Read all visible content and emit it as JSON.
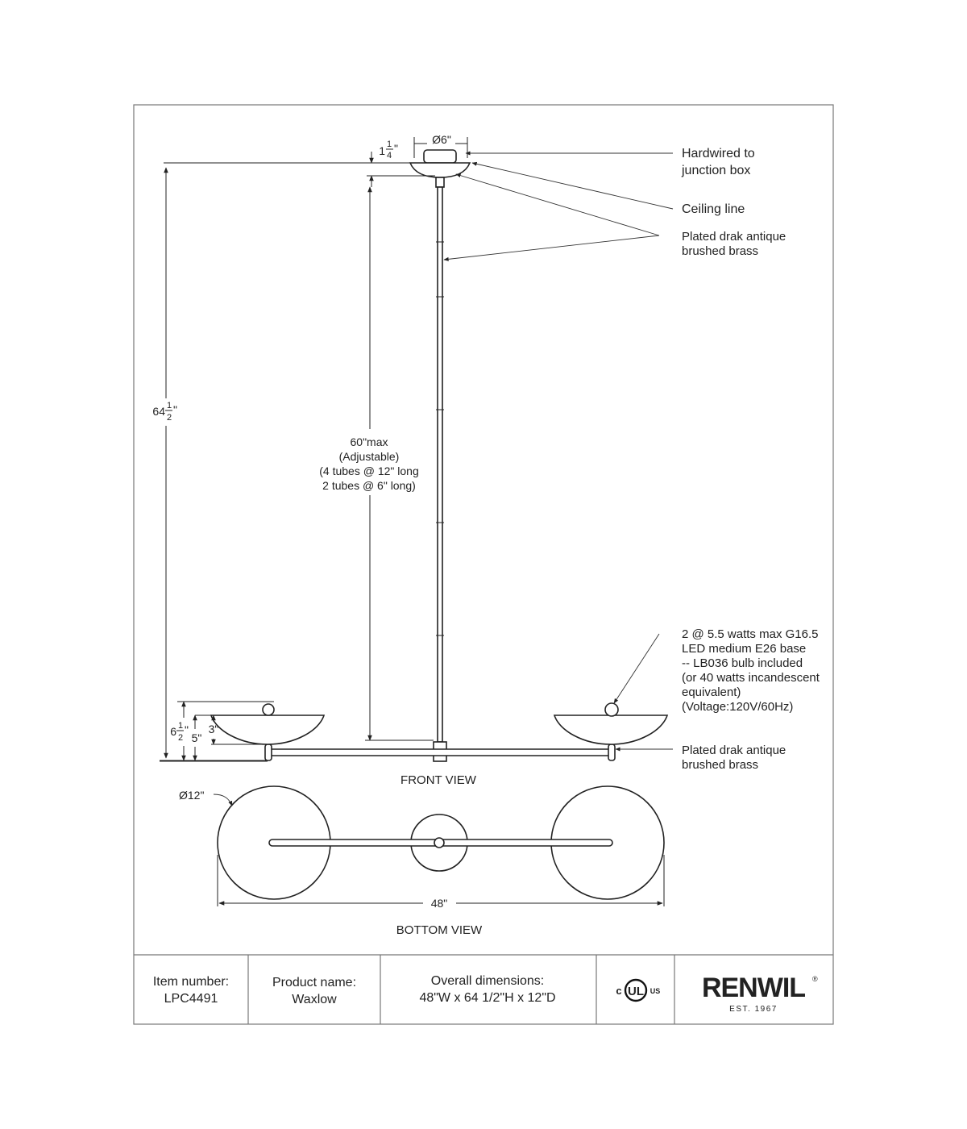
{
  "views": {
    "front": "FRONT VIEW",
    "bottom": "BOTTOM VIEW"
  },
  "callouts": {
    "hardwired": [
      "Hardwired to",
      "junction box"
    ],
    "ceiling": "Ceiling line",
    "plated_top": [
      "Plated drak antique",
      "brushed brass"
    ],
    "bulb": [
      "2 @ 5.5 watts max G16.5",
      "LED medium E26 base",
      "-- LB036 bulb included",
      "(or 40 watts incandescent",
      "equivalent)",
      "(Voltage:120V/60Hz)"
    ],
    "plated_bottom": [
      "Plated drak antique",
      "brushed brass"
    ]
  },
  "dimensions": {
    "canopy_dia": "Ø6\"",
    "canopy_h_whole": "1",
    "canopy_h_num": "1",
    "canopy_h_den": "4",
    "canopy_h_unit": "\"",
    "overall_h_whole": "64",
    "overall_h_num": "1",
    "overall_h_den": "2",
    "overall_h_unit": "\"",
    "stem": [
      "60\"max",
      "(Adjustable)",
      "(4 tubes @ 12\" long",
      "2 tubes @ 6\" long)"
    ],
    "shade_h_whole": "6",
    "shade_h_num": "1",
    "shade_h_den": "2",
    "shade_h_unit": "\"",
    "five": "5\"",
    "three": "3\"",
    "shade_dia": "Ø12\"",
    "width": "48\""
  },
  "title_block": {
    "item_label": "Item number:",
    "item_value": "LPC4491",
    "product_label": "Product name:",
    "product_value": "Waxlow",
    "overall_label": "Overall dimensions:",
    "overall_value": "48\"W x 64 1/2\"H x 12\"D",
    "ul_c": "c",
    "ul_mark": "UL",
    "ul_us": "US",
    "brand": "RENWIL",
    "brand_reg": "®",
    "brand_est": "EST. 1967"
  },
  "colors": {
    "line": "#222222",
    "frame": "#777777"
  }
}
